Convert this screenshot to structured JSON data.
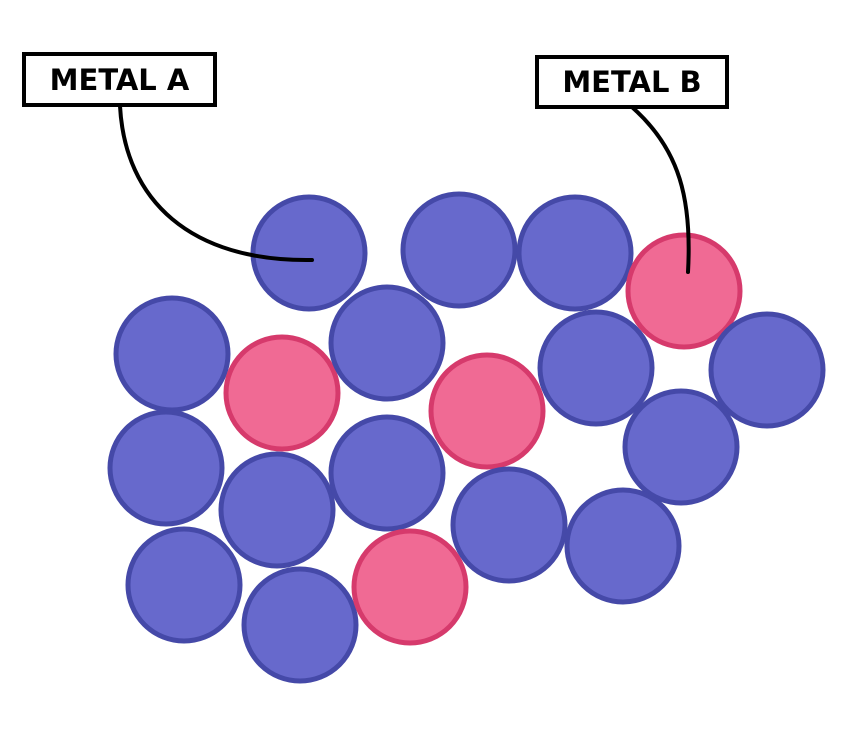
{
  "labels": {
    "metal_a": "METAL A",
    "metal_b": "METAL B"
  },
  "colors": {
    "metal_a_fill": "#6769cc",
    "metal_a_stroke": "#4549a8",
    "metal_b_fill": "#f06a94",
    "metal_b_stroke": "#d63a6c"
  },
  "atoms": [
    "A",
    "A",
    "A",
    "B",
    "A",
    "B",
    "A",
    "B",
    "A",
    "A",
    "A",
    "A",
    "A",
    "A",
    "A",
    "A",
    "A",
    "A",
    "B"
  ]
}
